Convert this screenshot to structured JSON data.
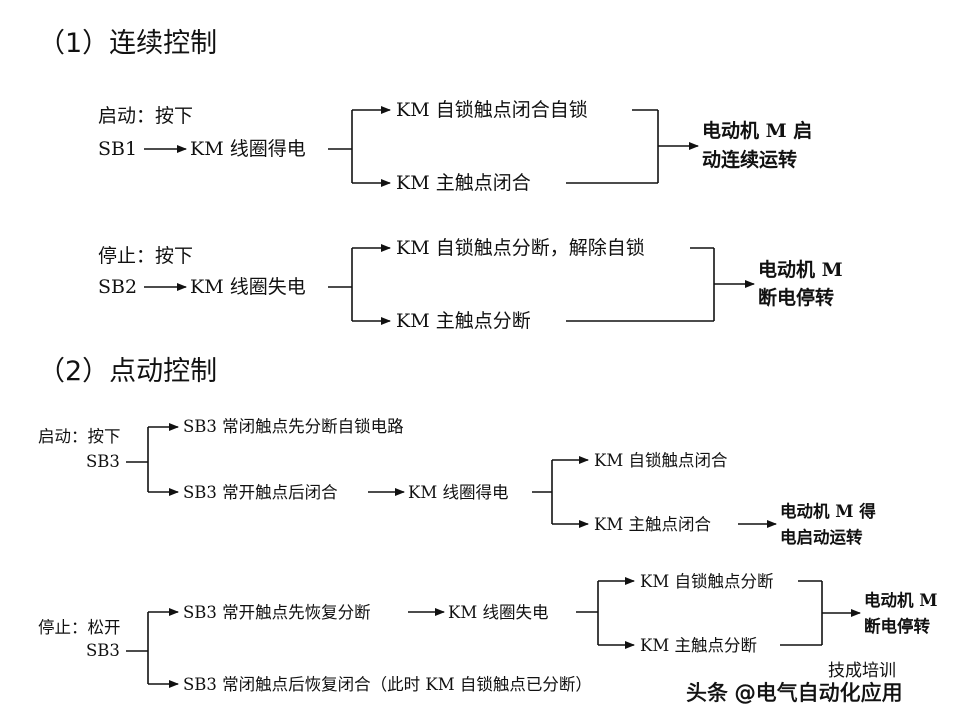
{
  "section1": {
    "heading": "（1）连续控制",
    "start": {
      "label": "启动：按下",
      "button": "SB1",
      "coil": "KM 线圈得电",
      "branch_top": "KM 自锁触点闭合自锁",
      "branch_bottom": "KM 主触点闭合",
      "result_line1": "电动机 M 启",
      "result_line2": "动连续运转"
    },
    "stop": {
      "label": "停止：按下",
      "button": "SB2",
      "coil": "KM 线圈失电",
      "branch_top": "KM 自锁触点分断，解除自锁",
      "branch_bottom": "KM 主触点分断",
      "result_line1": "电动机 M",
      "result_line2": "断电停转"
    }
  },
  "section2": {
    "heading": "（2）点动控制",
    "start": {
      "label": "启动：按下",
      "button": "SB3",
      "branch_top": "SB3 常闭触点先分断自锁电路",
      "branch_bottom": "SB3 常开触点后闭合",
      "coil": "KM 线圈得电",
      "sub_top": "KM 自锁触点闭合",
      "sub_bottom": "KM 主触点闭合",
      "result_line1": "电动机 M 得",
      "result_line2": "电启动运转"
    },
    "stop": {
      "label": "停止：松开",
      "button": "SB3",
      "branch_top": "SB3 常开触点先恢复分断",
      "coil": "KM 线圈失电",
      "sub_top": "KM 自锁触点分断",
      "sub_bottom": "KM 主触点分断",
      "result_line1": "电动机 M",
      "result_line2": "断电停转",
      "branch_bottom": "SB3 常闭触点后恢复闭合（此时 KM 自锁触点已分断）"
    }
  },
  "watermark": {
    "main": "头条 @电气自动化应用",
    "faint": "技成培训"
  }
}
